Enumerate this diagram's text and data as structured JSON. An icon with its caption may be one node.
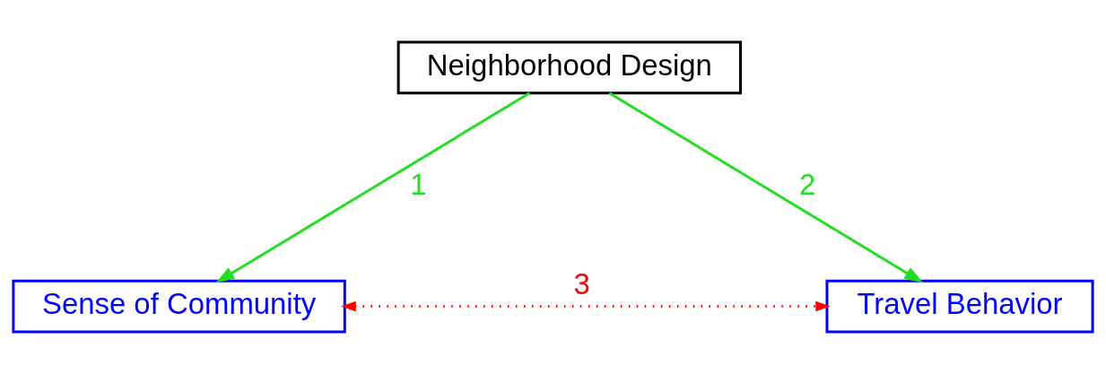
{
  "diagram": {
    "nodes": [
      {
        "text": [
          "Neighborhood Design"
        ]
      },
      {
        "text": [
          "Sense of Community"
        ]
      },
      {
        "text": [
          "Travel Behavior"
        ]
      }
    ],
    "edges": [
      {
        "from": 0,
        "to": 1,
        "arrow": "to",
        "label": "1"
      },
      {
        "from": 0,
        "to": 2,
        "arrow": "to",
        "label": "2"
      },
      {
        "from": 1,
        "to": 2,
        "arrow": "both",
        "label": "3",
        "style": "dashed",
        "color": "#ff0000"
      }
    ]
  }
}
